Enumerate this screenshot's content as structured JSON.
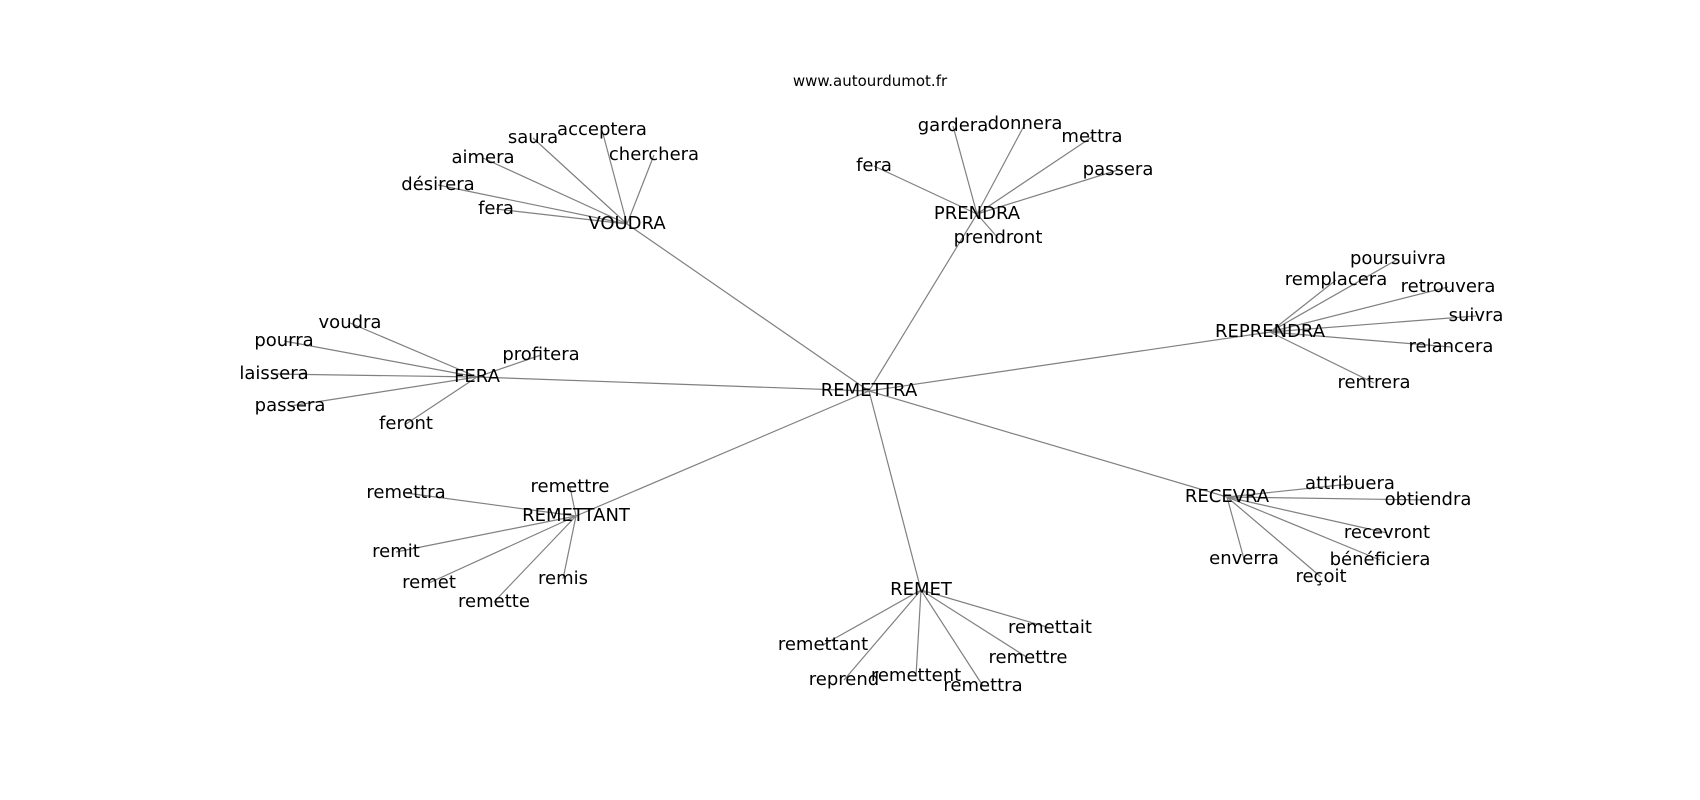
{
  "source_label": "www.autourdumot.fr",
  "center": "REMETTRA",
  "hubs": [
    {
      "label": "VOUDRA",
      "leaves": [
        "saura",
        "acceptera",
        "aimera",
        "cherchera",
        "désirera",
        "fera"
      ]
    },
    {
      "label": "PRENDRA",
      "leaves": [
        "gardera",
        "donnera",
        "mettra",
        "fera",
        "passera",
        "prendront"
      ]
    },
    {
      "label": "REPRENDRA",
      "leaves": [
        "poursuivra",
        "remplacera",
        "retrouvera",
        "suivra",
        "relancera",
        "rentrera"
      ]
    },
    {
      "label": "FERA",
      "leaves": [
        "voudra",
        "pourra",
        "profitera",
        "laissera",
        "passera",
        "feront"
      ]
    },
    {
      "label": "REMETTANT",
      "leaves": [
        "remettre",
        "remettra",
        "remit",
        "remet",
        "remis",
        "remette"
      ]
    },
    {
      "label": "RECEVRA",
      "leaves": [
        "attribuera",
        "obtiendra",
        "recevront",
        "bénéficiera",
        "enverra",
        "reçoit"
      ]
    },
    {
      "label": "REMET",
      "leaves": [
        "remettait",
        "remettant",
        "remettre",
        "reprend",
        "remettent",
        "remettra"
      ]
    }
  ]
}
